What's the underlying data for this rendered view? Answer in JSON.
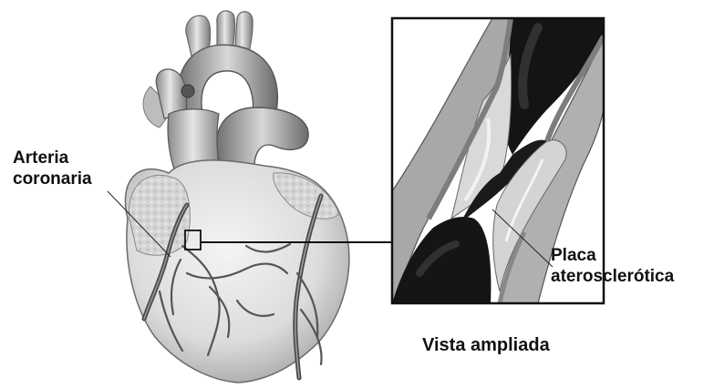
{
  "labels": {
    "coronary_artery": {
      "line1": "Arteria",
      "line2": "coronaria"
    },
    "plaque": {
      "line1": "Placa",
      "line2": "aterosclerótica"
    },
    "caption": "Vista ampliada"
  }
}
